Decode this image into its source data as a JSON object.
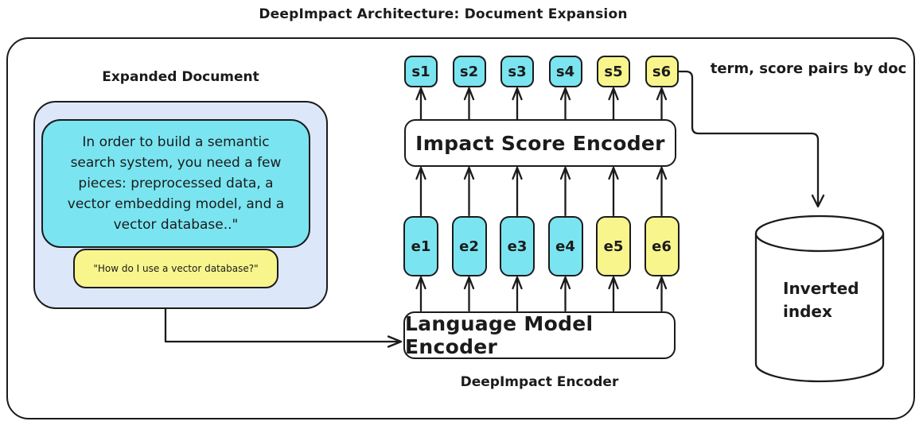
{
  "title": "DeepImpact Architecture: Document Expansion",
  "colors": {
    "cyan": "#7AE5F1",
    "yellow": "#F8F58D",
    "document_bg": "#DCE8FA",
    "stroke": "#1b1b1b",
    "box_bg": "#ffffff"
  },
  "expanded_document": {
    "label": "Expanded Document",
    "passage_lines": [
      "In order to build a semantic",
      "search system, you need a few",
      "pieces: preprocessed data, a",
      "vector embedding model, and a",
      "vector database..\""
    ],
    "query": "\"How do I use a vector database?\""
  },
  "encoder": {
    "impact_score_label": "Impact Score Encoder",
    "language_model_label": "Language Model Encoder",
    "caption": "DeepImpact Encoder",
    "score_tokens": [
      {
        "label": "s1",
        "color": "#7AE5F1"
      },
      {
        "label": "s2",
        "color": "#7AE5F1"
      },
      {
        "label": "s3",
        "color": "#7AE5F1"
      },
      {
        "label": "s4",
        "color": "#7AE5F1"
      },
      {
        "label": "s5",
        "color": "#F8F58D"
      },
      {
        "label": "s6",
        "color": "#F8F58D"
      }
    ],
    "embedding_tokens": [
      {
        "label": "e1",
        "color": "#7AE5F1"
      },
      {
        "label": "e2",
        "color": "#7AE5F1"
      },
      {
        "label": "e3",
        "color": "#7AE5F1"
      },
      {
        "label": "e4",
        "color": "#7AE5F1"
      },
      {
        "label": "e5",
        "color": "#F8F58D"
      },
      {
        "label": "e6",
        "color": "#F8F58D"
      }
    ]
  },
  "output": {
    "pairs_label": "term, score pairs by doc",
    "index_lines": [
      "Inverted",
      "index"
    ]
  }
}
